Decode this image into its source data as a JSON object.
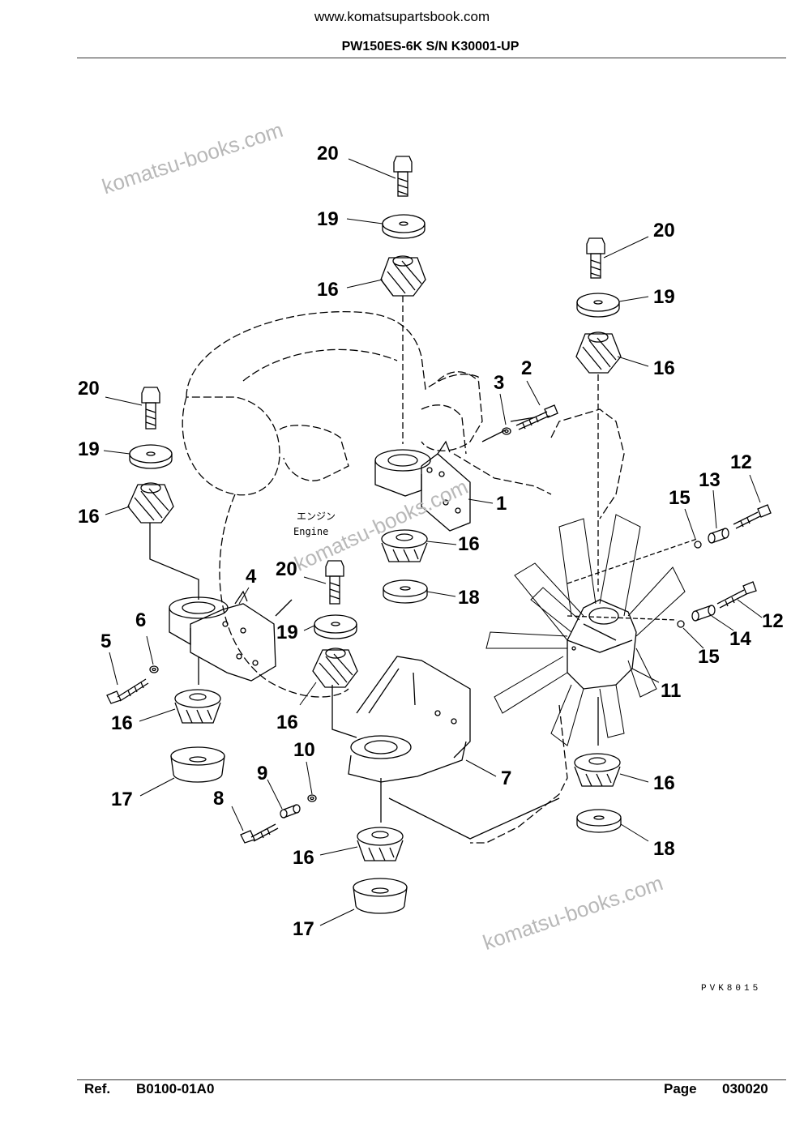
{
  "header": {
    "url": "www.komatsupartsbook.com",
    "title": "PW150ES-6K S/N K30001-UP"
  },
  "watermarks": [
    "komatsu-books.com",
    "komatsu-books.com",
    "komatsu-books.com"
  ],
  "diagram": {
    "engine_label_jp": "エンジン",
    "engine_label_en": "Engine",
    "drawing_ref": "PVK8015",
    "callouts": [
      "20",
      "19",
      "16",
      "20",
      "19",
      "16",
      "2",
      "3",
      "1",
      "16",
      "18",
      "20",
      "19",
      "16",
      "15",
      "13",
      "12",
      "4",
      "20",
      "19",
      "6",
      "5",
      "16",
      "16",
      "10",
      "9",
      "8",
      "7",
      "17",
      "16",
      "17",
      "12",
      "14",
      "15",
      "11",
      "16",
      "18"
    ]
  },
  "footer": {
    "ref_label": "Ref.",
    "ref_value": "B0100-01A0",
    "page_label": "Page",
    "page_value": "030020"
  }
}
